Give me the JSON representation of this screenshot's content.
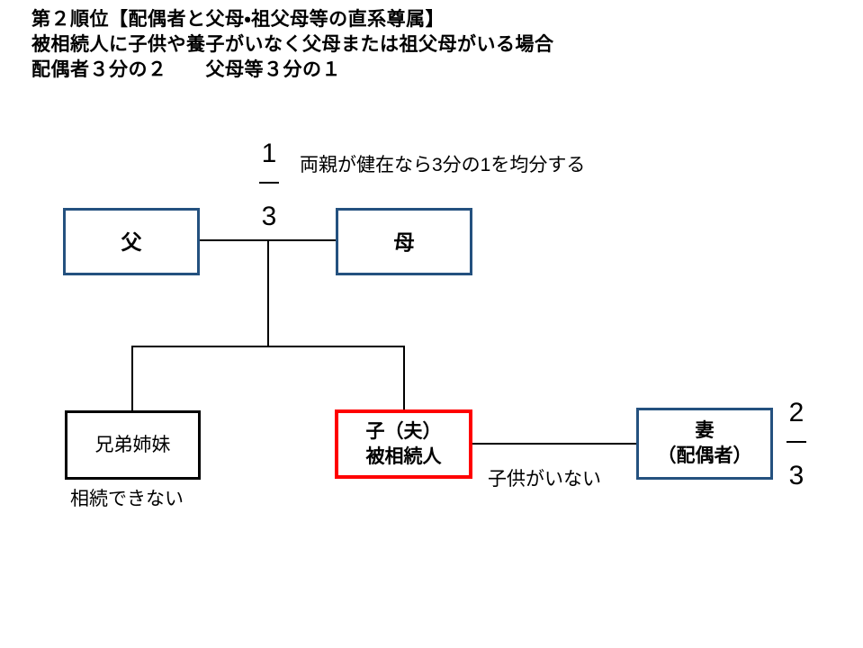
{
  "title": {
    "line1": "第２順位【配偶者と父母・祖父母等の直系尊属】",
    "line2": "被相続人に子供や養子がいなく父母または祖父母がいる場合",
    "line3": "配偶者３分の２　　父母等３分の１"
  },
  "boxes": {
    "father": {
      "label": "父"
    },
    "mother": {
      "label": "母"
    },
    "siblings": {
      "label": "兄弟姉妹"
    },
    "decedent": {
      "line1": "子（夫）",
      "line2": "被相続人"
    },
    "wife": {
      "line1": "妻",
      "line2": "（配偶者）"
    }
  },
  "fractions": {
    "parents_share": {
      "numerator": "1",
      "denominator": "3"
    },
    "spouse_share": {
      "numerator": "2",
      "denominator": "3"
    }
  },
  "notes": {
    "parents_note": "両親が健在なら3分の1を均分する",
    "siblings_note": "相続できない",
    "no_children_note": "子供がいない"
  },
  "colors": {
    "box_outline_blue": "#24517F",
    "box_outline_red": "#FF0000",
    "box_outline_black": "#000000",
    "connector_line": "#000000",
    "text": "#000000",
    "background": "#FFFFFF"
  }
}
